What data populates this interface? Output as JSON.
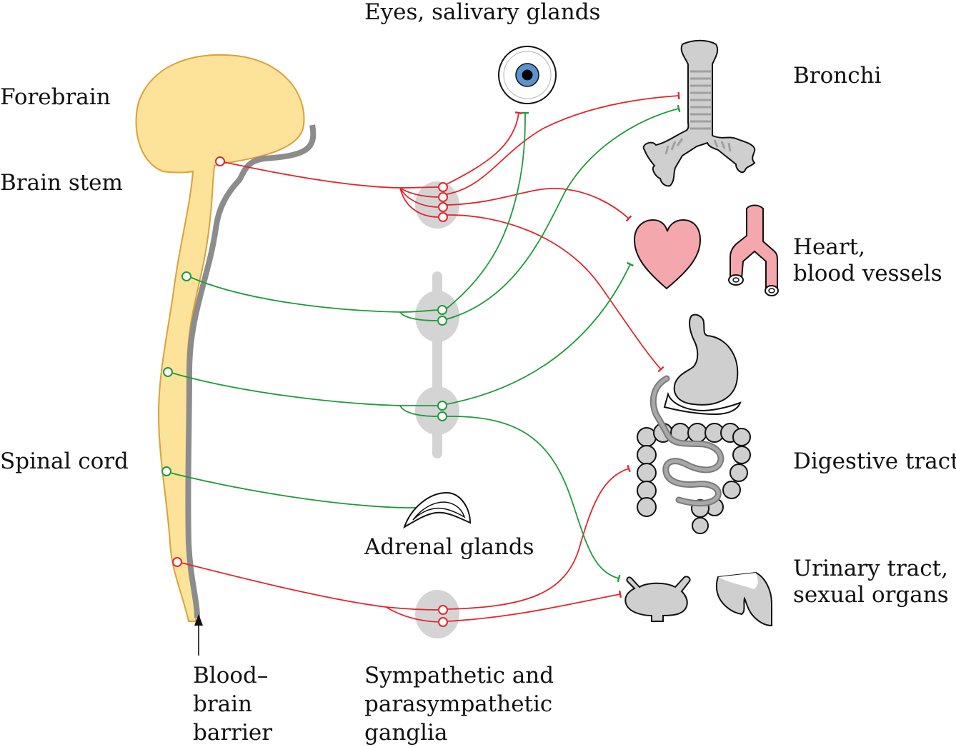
{
  "labels": {
    "forebrain": "Forebrain",
    "brain_stem": "Brain stem",
    "spinal_cord": "Spinal cord",
    "eyes": "Eyes, salivary glands",
    "bronchi": "Bronchi",
    "heart_line1": "Heart,",
    "heart_line2": "blood vessels",
    "digestive": "Digestive tract",
    "adrenal": "Adrenal glands",
    "urinary_line1": "Urinary tract,",
    "urinary_line2": "sexual organs",
    "bbb_line1": "Blood–",
    "bbb_line2": "brain",
    "bbb_line3": "barrier",
    "ganglia_line1": "Sympathetic and",
    "ganglia_line2": "parasympathetic",
    "ganglia_line3": "ganglia"
  },
  "colors": {
    "parasympathetic": "#e2262e",
    "sympathetic": "#1f9a3a",
    "cns_fill": "#fde29a",
    "cns_outline": "#d9a23a",
    "barrier": "#8c8c8c",
    "ganglion": "#d4d4d4",
    "heart": "#f4a7ad",
    "vessel": "#f4a7ad",
    "iris": "#5b94cf",
    "organ_gray": "#cccccc"
  },
  "icons": [
    "eye-icon",
    "bronchi-icon",
    "heart-icon",
    "blood-vessel-icon",
    "stomach-icon",
    "intestine-icon",
    "adrenal-gland-icon",
    "bladder-icon",
    "sexual-organ-icon"
  ]
}
